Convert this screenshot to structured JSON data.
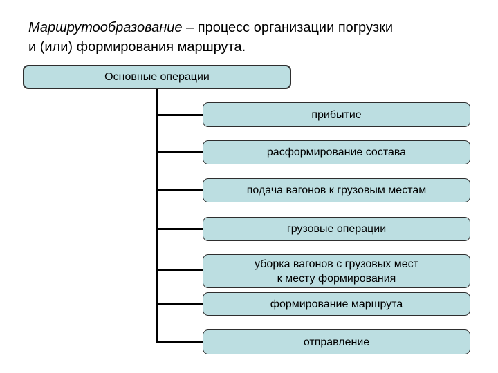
{
  "title": {
    "term": "Маршрутообразование",
    "line1_rest": " – процесс организации погрузки",
    "line2": "и (или) формирования маршрута."
  },
  "diagram": {
    "root": "Основные операции",
    "operations": [
      "прибытие",
      "расформирование состава",
      "подача вагонов к грузовым местам",
      "грузовые операции",
      "уборка вагонов с грузовых мест\nк месту формирования",
      "формирование маршрута",
      "отправление"
    ]
  },
  "colors": {
    "box_fill": "#bcdee1",
    "box_border": "#2e2e2e",
    "connector": "#000000",
    "background": "#ffffff",
    "text": "#000000"
  }
}
